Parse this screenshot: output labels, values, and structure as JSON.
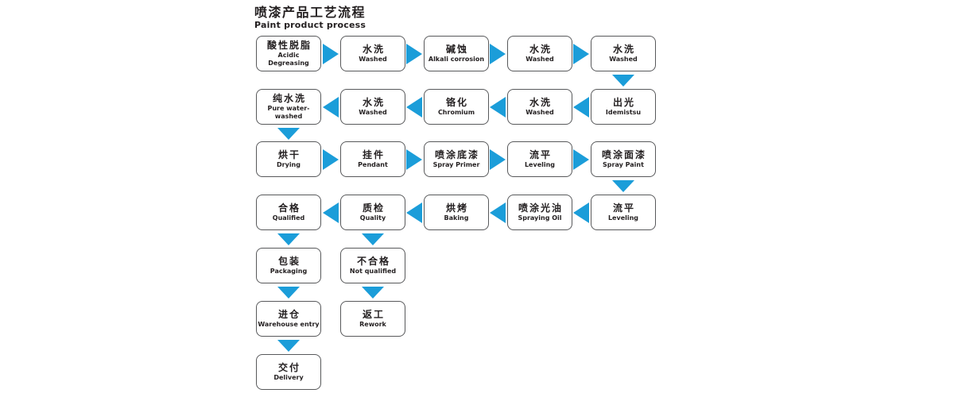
{
  "title": {
    "zh": "喷漆产品工艺流程",
    "en": "Paint product process"
  },
  "colors": {
    "arrow": "#1b9dd9",
    "border": "#58595b",
    "text": "#231f20"
  },
  "nodes": [
    {
      "zh": "酸性脱脂",
      "en": "Acidic\nDegreasing"
    },
    {
      "zh": "水洗",
      "en": "Washed"
    },
    {
      "zh": "碱蚀",
      "en": "Alkali corrosion"
    },
    {
      "zh": "水洗",
      "en": "Washed"
    },
    {
      "zh": "水洗",
      "en": "Washed"
    },
    {
      "zh": "纯水洗",
      "en": "Pure water-\nwashed"
    },
    {
      "zh": "水洗",
      "en": "Washed"
    },
    {
      "zh": "铬化",
      "en": "Chromium"
    },
    {
      "zh": "水洗",
      "en": "Washed"
    },
    {
      "zh": "出光",
      "en": "Idemistsu"
    },
    {
      "zh": "烘干",
      "en": "Drying"
    },
    {
      "zh": "挂件",
      "en": "Pendant"
    },
    {
      "zh": "喷涂底漆",
      "en": "Spray Primer"
    },
    {
      "zh": "流平",
      "en": "Leveling"
    },
    {
      "zh": "喷涂面漆",
      "en": "Spray Paint"
    },
    {
      "zh": "合格",
      "en": "Qualified"
    },
    {
      "zh": "质检",
      "en": "Quality"
    },
    {
      "zh": "烘烤",
      "en": "Baking"
    },
    {
      "zh": "喷涂光油",
      "en": "Spraying Oil"
    },
    {
      "zh": "流平",
      "en": "Leveling"
    },
    {
      "zh": "包装",
      "en": "Packaging"
    },
    {
      "zh": "不合格",
      "en": "Not qualified"
    },
    {
      "zh": "进仓",
      "en": "Warehouse entry"
    },
    {
      "zh": "返工",
      "en": "Rework"
    },
    {
      "zh": "交付",
      "en": "Delivery"
    }
  ]
}
